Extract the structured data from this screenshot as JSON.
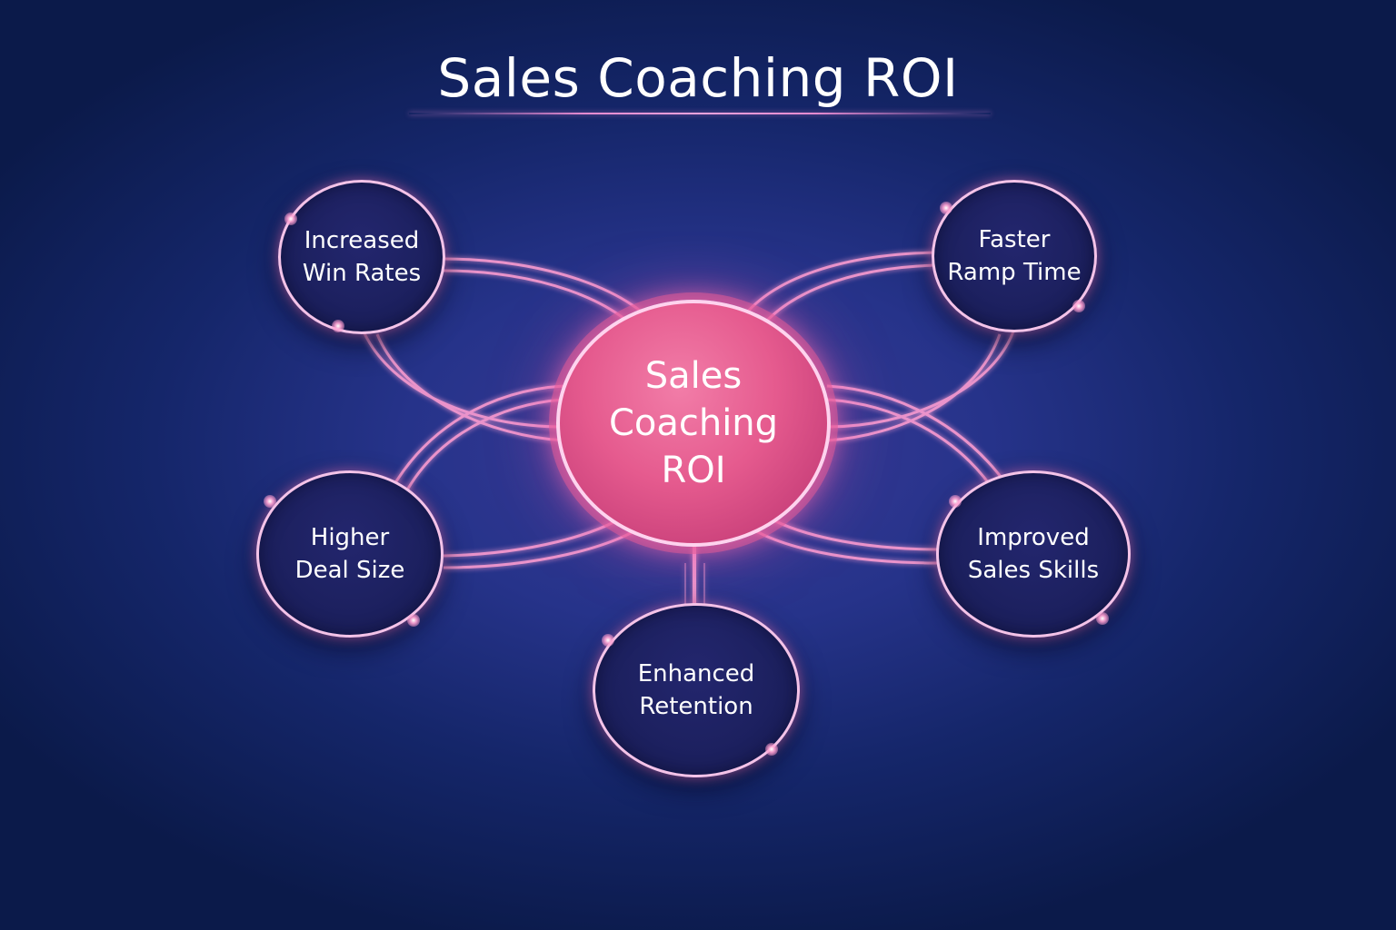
{
  "title": "Sales Coaching ROI",
  "center_node": {
    "lines": [
      "Sales",
      "Coaching",
      "ROI"
    ],
    "color": "#e55a8e"
  },
  "nodes": [
    {
      "id": "win-rates",
      "lines": [
        "Increased",
        "Win Rates"
      ],
      "position": "top-left"
    },
    {
      "id": "ramp-time",
      "lines": [
        "Faster",
        "Ramp Time"
      ],
      "position": "top-right"
    },
    {
      "id": "deal-size",
      "lines": [
        "Higher",
        "Deal Size"
      ],
      "position": "bottom-left"
    },
    {
      "id": "sales-skills",
      "lines": [
        "Improved",
        "Sales Skills"
      ],
      "position": "bottom-right"
    },
    {
      "id": "retention",
      "lines": [
        "Enhanced",
        "Retention"
      ],
      "position": "bottom-center"
    }
  ],
  "colors": {
    "background": "#15266a",
    "accent": "#f4c3e8",
    "link": "#ff8cc8",
    "node_fill": "#1c205e"
  }
}
